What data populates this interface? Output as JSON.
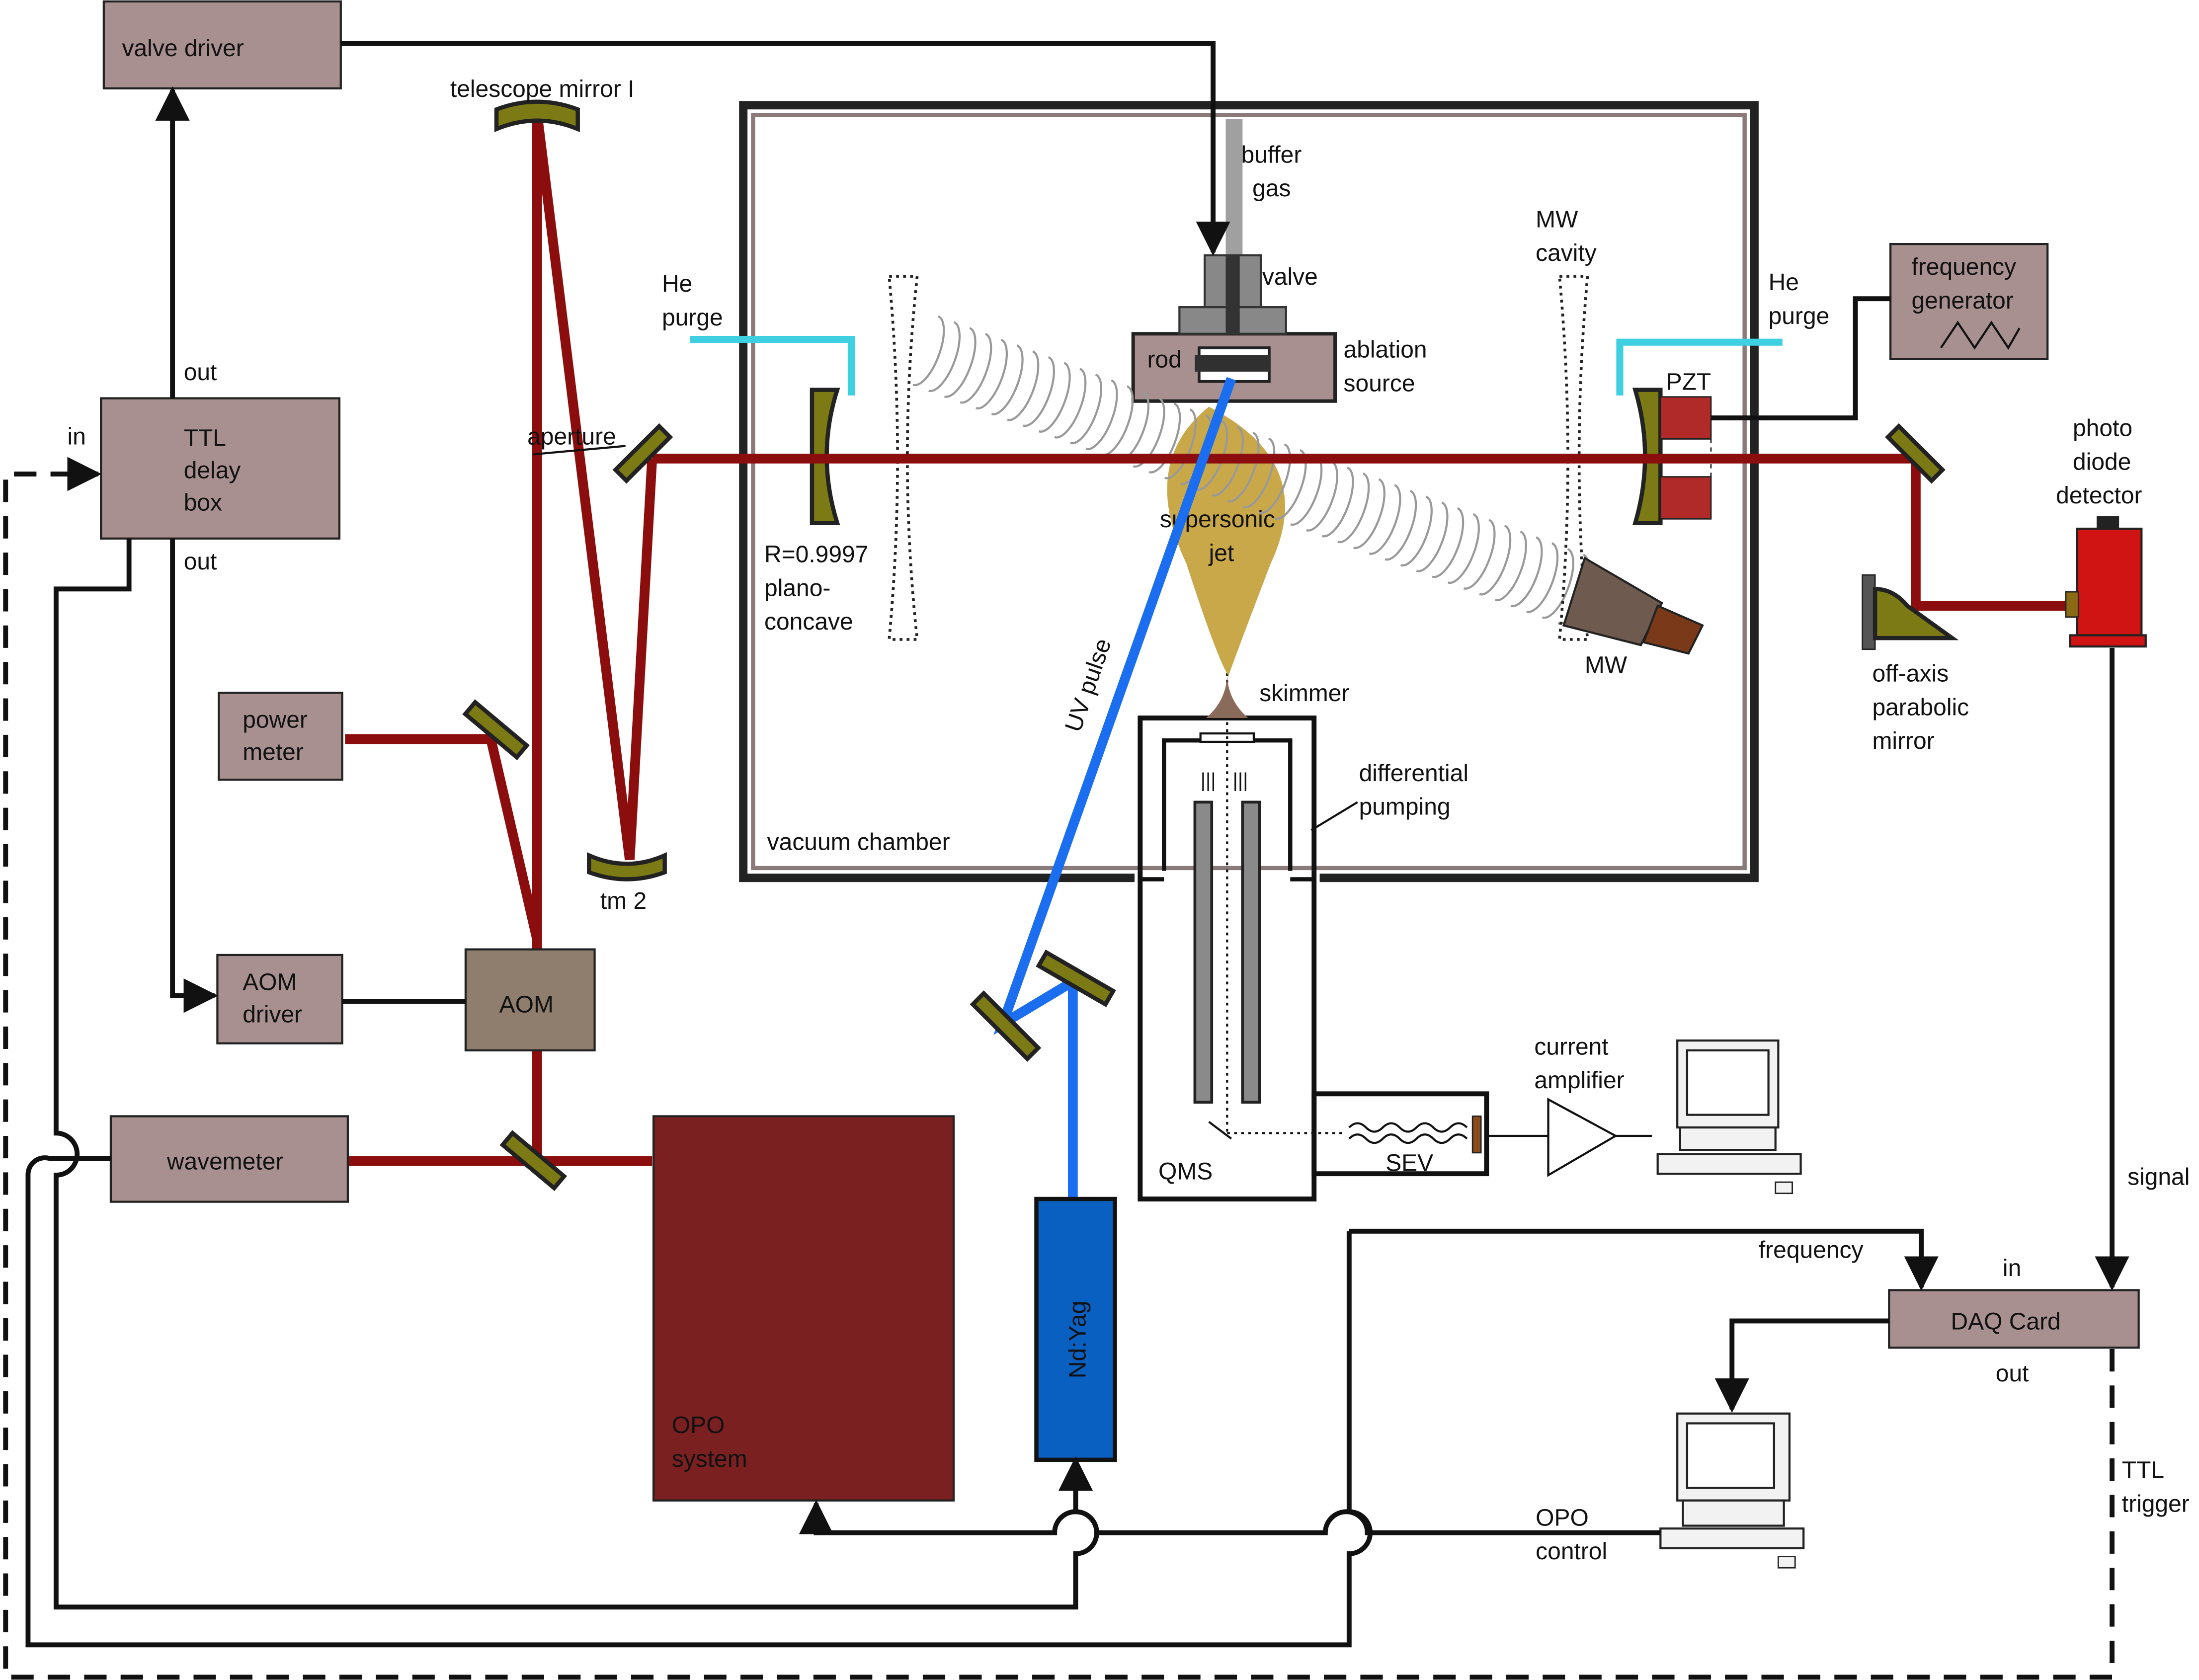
{
  "colors": {
    "box_fill": "#a89090",
    "aom_fill": "#8f7d6e",
    "opo_fill": "#7a2020",
    "ndyag_fill": "#0a60c0",
    "laser_beam": "#8b0d0d",
    "uv_beam": "#1b6ef0",
    "mirror": "#7b7a14",
    "jet": "#c9a84a",
    "purge": "#3ecfe0",
    "pzt": "#b02a2a",
    "detector": "#d01414",
    "mw_horn": "#6e5a4e"
  },
  "boxes": {
    "valve_driver": "valve driver",
    "ttl_delay_box": [
      "TTL",
      "delay",
      "box"
    ],
    "power_meter": [
      "power",
      "meter"
    ],
    "aom_driver": [
      "AOM",
      "driver"
    ],
    "aom": "AOM",
    "wavemeter": "wavemeter",
    "opo_system": [
      "OPO",
      "system"
    ],
    "nd_yag": "Nd:Yag",
    "frequency_generator": [
      "frequency",
      "generator"
    ],
    "daq_card": "DAQ Card",
    "qms": "QMS",
    "sev": "SEV",
    "rod": "rod"
  },
  "labels": {
    "ttl_in": "in",
    "ttl_out_top": "out",
    "ttl_out_bottom": "out",
    "telescope_mirror": "telescope mirror I",
    "aperture": "aperture",
    "tm2": "tm 2",
    "he_purge_left": [
      "He",
      "purge"
    ],
    "he_purge_right": [
      "He",
      "purge"
    ],
    "mirror_spec": [
      "R=0.9997",
      "plano-",
      "concave"
    ],
    "buffer_gas": [
      "buffer",
      "gas"
    ],
    "valve": "valve",
    "ablation_source": [
      "ablation",
      "source"
    ],
    "mw_cavity": [
      "MW",
      "cavity"
    ],
    "pzt": "PZT",
    "supersonic_jet": [
      "supersonic",
      "jet"
    ],
    "uv_pulse": "UV pulse",
    "skimmer": "skimmer",
    "differential_pumping": [
      "differential",
      "pumping"
    ],
    "vacuum_chamber": "vacuum chamber",
    "mw": "MW",
    "photo_diode_detector": [
      "photo",
      "diode",
      "detector"
    ],
    "off_axis_mirror": [
      "off-axis",
      "parabolic",
      "mirror"
    ],
    "current_amplifier": [
      "current",
      "amplifier"
    ],
    "signal": "signal",
    "frequency": "frequency",
    "daq_in": "in",
    "daq_out": "out",
    "ttl_trigger": [
      "TTL",
      "trigger"
    ],
    "opo_control": [
      "OPO",
      "control"
    ]
  }
}
